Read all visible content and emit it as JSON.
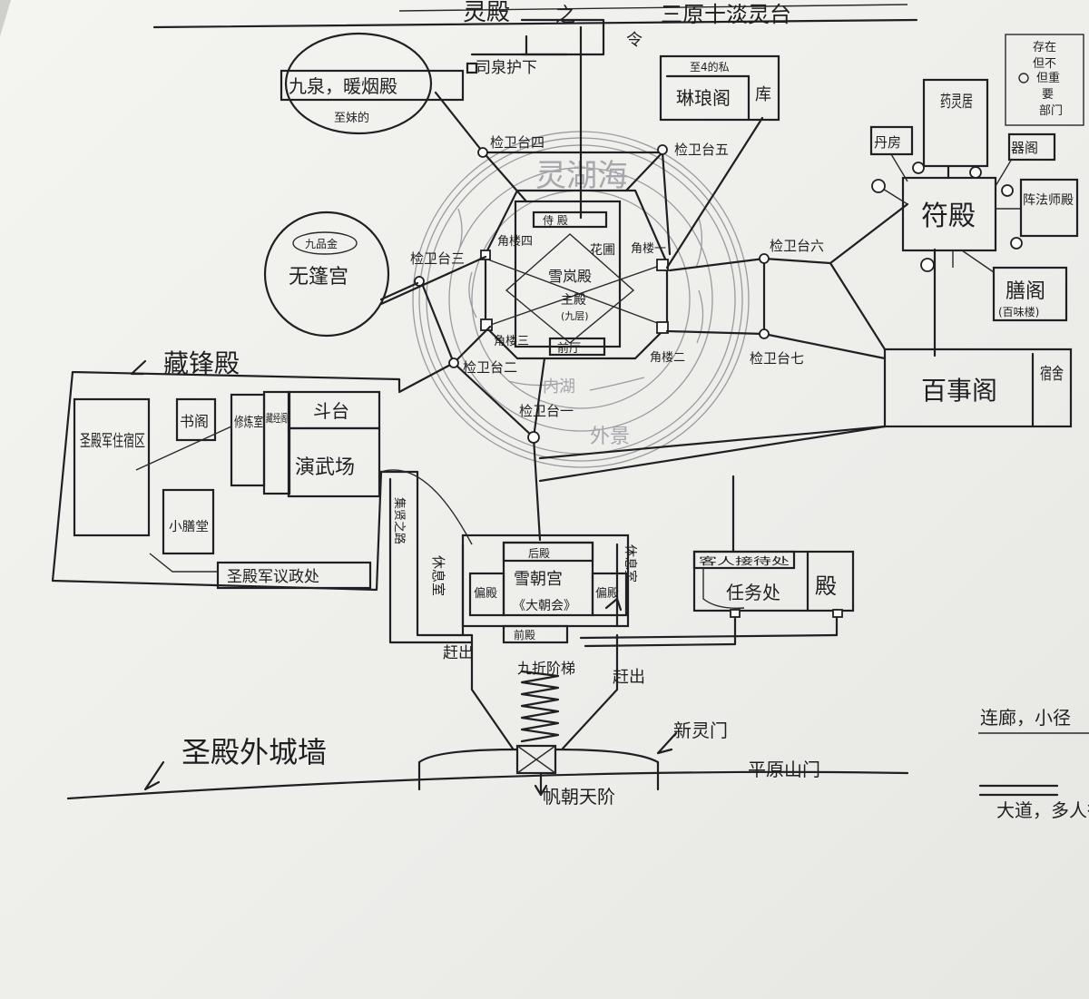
{
  "header": {
    "title_left": "灵殿",
    "title_mid": "之",
    "title_right": "三原十淡灵台",
    "title_right_b": "台"
  },
  "corner_note": {
    "line1": "存在",
    "line2": "但不",
    "line3": "但重",
    "line4": "要",
    "line5": "部门"
  },
  "nodes": {
    "jiuquan": "九泉，暖烟殿",
    "jiuquan_sub": "至妹的",
    "siquan": "司泉护下",
    "ling": "令",
    "linlang": "琳琅阁",
    "linlang_top": "至4的私",
    "ku": "库",
    "wupeng": "无篷宫",
    "wupeng_sub": "九品金",
    "lingluhai": "灵湖海",
    "neihu": "内湖",
    "waijing": "外景",
    "qindian": "侍 殿",
    "huayuan": "花圃",
    "xuejun": "雪岚殿",
    "zhudian": "主殿",
    "zhudian_sub": "(九层)",
    "qianting": "前厅",
    "jlou_1": "角楼一",
    "jlou_2": "角楼二",
    "jlou_3": "角楼三",
    "jlou_4": "角楼四",
    "jcp_1": "检卫台一",
    "jcp_2": "检卫台二",
    "jcp_3": "检卫台三",
    "jcp_4": "检卫台四",
    "jcp_5": "检卫台五",
    "jcp_6": "检卫台六",
    "jcp_7": "检卫台七",
    "yaoling": "药灵居",
    "danfang": "丹房",
    "qige": "器阁",
    "fudian": "符殿",
    "zhenfa": "阵法师殿",
    "shange": "膳阁",
    "shange_sub": "(百味楼)",
    "baishi": "百事阁",
    "susha": "宿舍",
    "cangfeng": "藏锋殿",
    "junwei": "圣殿军住宿区",
    "shufang": "书阁",
    "xiuxi": "修炼室",
    "cangjing": "藏经阁",
    "dou": "斗台",
    "yanwu": "演武场",
    "xiaoshan": "小膳堂",
    "yizheng": "圣殿军议政处",
    "jixianlu": "集贤之路",
    "xiushishi_l": "休息室",
    "xiushishi_r": "休息室",
    "hougong": "后殿",
    "xuechao": "雪朝宫",
    "dachao": "《大朝会》",
    "pian_l": "偏殿",
    "pian_r": "偏殿",
    "qiandian": "前殿",
    "ganqi": "赶出",
    "ganqi_r": "赶出",
    "stairs": "九折阶梯",
    "kemen_top": "客人接待处",
    "kemen": "任务处",
    "kemen_b": "殿",
    "chengqiang": "圣殿外城墙",
    "xinlingmen": "新灵门",
    "pingyuan": "平原山门",
    "chaotian": "帆朝天阶"
  },
  "legend": {
    "row1": "连廊，小径",
    "row2": "大道，多人行"
  }
}
